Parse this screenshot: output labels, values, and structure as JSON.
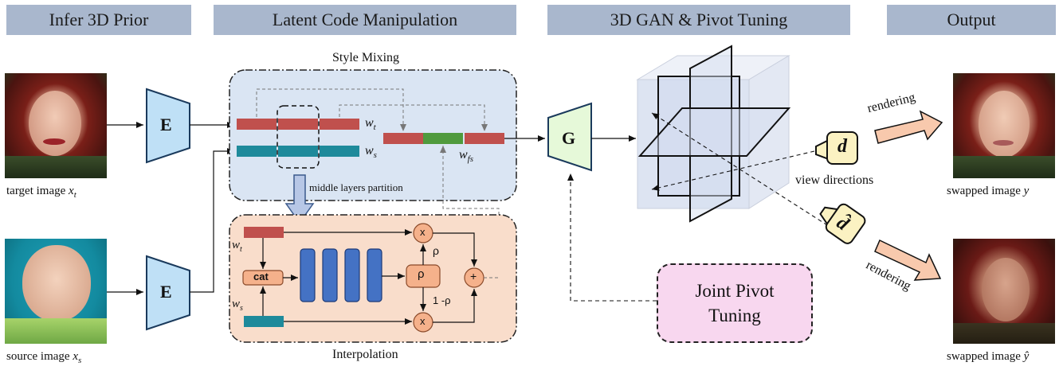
{
  "headers": {
    "infer": "Infer 3D Prior",
    "latent": "Latent Code Manipulation",
    "gan": "3D GAN & Pivot Tuning",
    "output": "Output"
  },
  "encoder_label": "E",
  "generator_label": "G",
  "style_mixing": "Style Mixing",
  "interpolation": "Interpolation",
  "middle_layers": "middle layers partition",
  "latents": {
    "wt": "w",
    "wt_sub": "t",
    "ws": "w",
    "ws_sub": "s",
    "wfs": "w",
    "wfs_sub": "fs"
  },
  "blocks": {
    "cat": "cat",
    "rho": "ρ",
    "mult": "x",
    "plus": "+",
    "rho_edge": "ρ",
    "one_minus_rho": "1 -ρ"
  },
  "joint_pivot": {
    "line1": "Joint Pivot",
    "line2": "Tuning"
  },
  "view_directions": "view directions",
  "camera_d": "d",
  "camera_dhat": "d̂",
  "rendering_top": "rendering",
  "rendering_bottom": "rendering",
  "captions": {
    "target": "target image ",
    "target_var": "x",
    "target_sub": "t",
    "source": "source image ",
    "source_var": "x",
    "source_sub": "s",
    "swapped_y": "swapped image ",
    "y_var": "y",
    "swapped_yhat": "swapped image ",
    "yhat_var": "ŷ"
  },
  "colors": {
    "header_bg": "#a9b7cd",
    "encoder": "#bfe0f6",
    "generator": "#e6f9d9",
    "style_mix_bg": "#dae5f3",
    "interp_bg": "#f9ddcb",
    "red_bar": "#c0504d",
    "teal_bar": "#1e8a9b",
    "green_bar": "#4f9a3d",
    "blue_block": "#4472c4",
    "orange_node": "#f5b18b",
    "arrow_fill": "#f8c9ad",
    "joint_bg": "#f8d7ef"
  }
}
